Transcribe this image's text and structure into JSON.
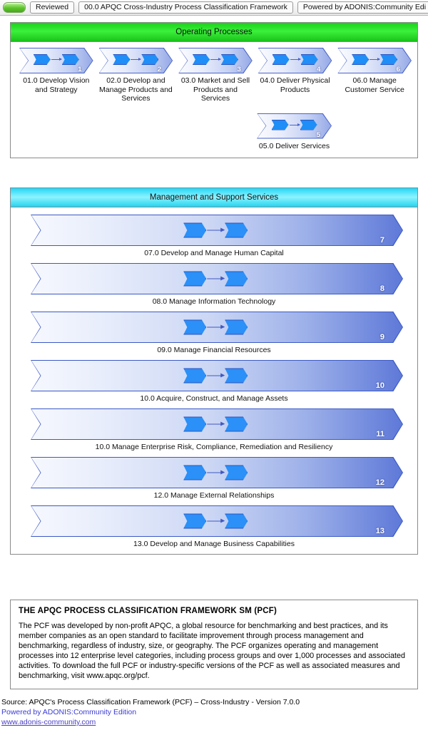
{
  "toolbar": {
    "status_icon": "green-status-pill",
    "buttons": [
      "Reviewed",
      "00.0 APQC Cross-Industry Process Classification Framework",
      "Powered by ADONIS:Community Edi"
    ]
  },
  "colors": {
    "operating_header": "#3cf03c",
    "management_header": "#8df3ff",
    "bar_border": "#3b59c6",
    "icon_blue": "#2b90f7",
    "link_blue": "#4a3fc8"
  },
  "operating": {
    "title": "Operating Processes",
    "row1": [
      {
        "label": "01.0 Develop Vision and Strategy",
        "badge": "1"
      },
      {
        "label": "02.0 Develop and Manage Products and Services",
        "badge": "2"
      },
      {
        "label": "03.0 Market and Sell Products and Services",
        "badge": "3"
      },
      {
        "label": "04.0 Deliver Physical Products",
        "badge": "4"
      },
      {
        "label": "06.0 Manage Customer Service",
        "badge": "6"
      }
    ],
    "row2": [
      {
        "label": "05.0 Deliver Services",
        "badge": "5"
      }
    ]
  },
  "management": {
    "title": "Management and Support Services",
    "items": [
      {
        "label": "07.0 Develop and Manage Human Capital",
        "badge": "7"
      },
      {
        "label": "08.0 Manage Information Technology",
        "badge": "8"
      },
      {
        "label": "09.0 Manage Financial Resources",
        "badge": "9"
      },
      {
        "label": "10.0 Acquire, Construct, and Manage Assets",
        "badge": "10"
      },
      {
        "label": "10.0 Manage Enterprise Risk, Compliance, Remediation and Resiliency",
        "badge": "11"
      },
      {
        "label": "12.0 Manage External Relationships",
        "badge": "12"
      },
      {
        "label": "13.0 Develop and Manage Business Capabilities",
        "badge": "13"
      }
    ]
  },
  "description": {
    "heading": "THE APQC PROCESS CLASSIFICATION FRAMEWORK SM  (PCF)",
    "body": "The PCF was developed by non-profit APQC, a global resource for benchmarking and best practices, and its member companies as an open standard to facilitate improvement through process management and benchmarking, regardless of industry, size, or geography. The PCF organizes operating and management processes into 12 enterprise level categories, including process groups and over 1,000 processes and associated activities. To download the full PCF or industry-specific versions of the PCF as well as associated measures and benchmarking, visit www.apqc.org/pcf."
  },
  "footer": {
    "source": "Source: APQC's Process Classification Framework (PCF) – Cross-Industry - Version 7.0.0",
    "powered": "Powered by ADONIS:Community Edition",
    "url": "www.adonis-community.com"
  }
}
